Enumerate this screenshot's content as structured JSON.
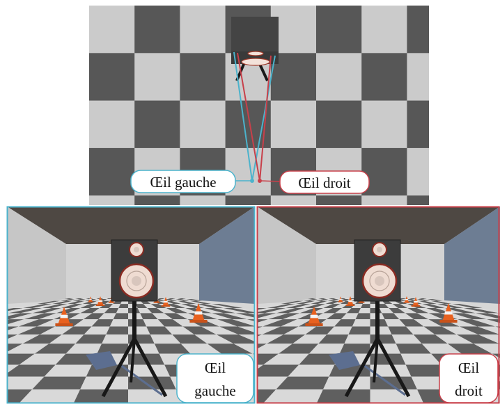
{
  "top_view": {
    "left_eye_label": "Œil gauche",
    "right_eye_label": "Œil droit",
    "left_eye_color": "#4bb3cc",
    "right_eye_color": "#c8404a"
  },
  "left_panel": {
    "label_line1": "Œil",
    "label_line2": "gauche",
    "frame_color": "#4bb3cc"
  },
  "right_panel": {
    "label_line1": "Œil",
    "label_line2": "droit",
    "frame_color": "#c8404a"
  }
}
